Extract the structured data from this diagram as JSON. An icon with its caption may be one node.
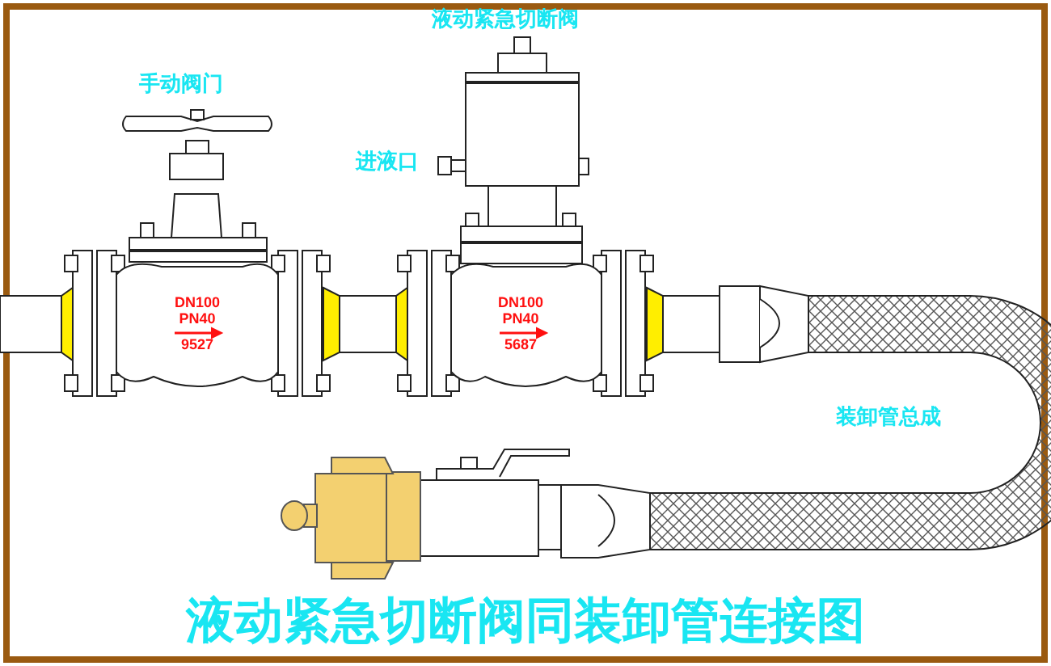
{
  "diagram": {
    "title": "液动紧急切断阀同装卸管连接图",
    "labels": [
      "液动紧急切断阀",
      "手动阀门",
      "进液口",
      "DN100",
      "PN40",
      "9527",
      "DN100",
      "PN40",
      "5687",
      "装卸管总成"
    ]
  }
}
